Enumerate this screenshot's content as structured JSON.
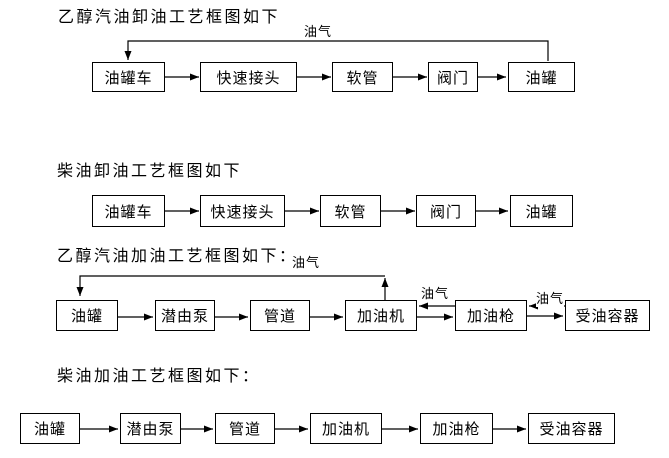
{
  "page": {
    "background_color": "#ffffff",
    "line_color": "#000000",
    "text_color": "#000000"
  },
  "diagrams": [
    {
      "title": "乙醇汽油卸油工艺框图如下",
      "vapor_label": "油气",
      "nodes": [
        "油罐车",
        "快速接头",
        "软管",
        "阀门",
        "油罐"
      ]
    },
    {
      "title": "柴油卸油工艺框图如下",
      "nodes": [
        "油罐车",
        "快速接头",
        "软管",
        "阀门",
        "油罐"
      ]
    },
    {
      "title": "乙醇汽油加油工艺框图如下：",
      "line_vapor_label": "油气",
      "dispenser_nozzle_vapor_label": "油气",
      "nozzle_container_vapor_label": "油气",
      "nodes": [
        "油罐",
        "潜由泵",
        "管道",
        "加油机",
        "加油枪",
        "受油容器"
      ]
    },
    {
      "title": "柴油加油工艺框图如下：",
      "nodes": [
        "油罐",
        "潜由泵",
        "管道",
        "加油机",
        "加油枪",
        "受油容器"
      ]
    }
  ]
}
